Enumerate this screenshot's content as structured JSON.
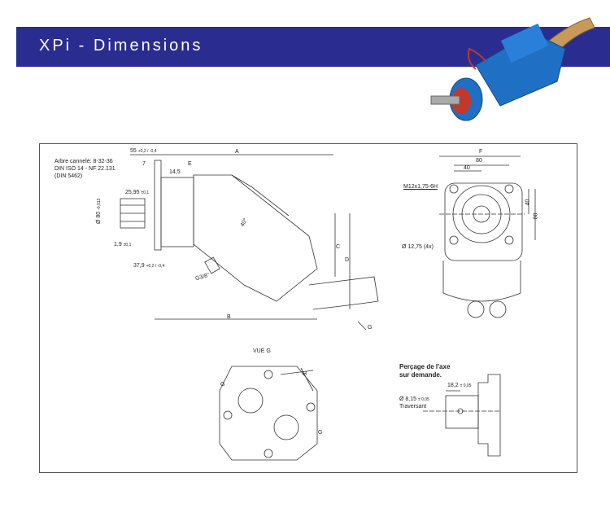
{
  "header": {
    "title": "XPi - Dimensions"
  },
  "colors": {
    "band": "#2a2d8f",
    "pump_blue": "#1f6fc4",
    "pipe_brass": "#c89a5a",
    "flange_red": "#c0392b"
  },
  "side_view": {
    "spline_note": [
      "Arbre cannelé: 8-32-36",
      "DIN ISO 14 - NF 22.131",
      "(DIN 5462)"
    ],
    "dims": {
      "d55": "55",
      "d55_tol": "+0,2 / -0,4",
      "d7": "7",
      "E": "E",
      "A": "A",
      "d14_5": "14,5",
      "d25_95": "25,95",
      "d25_95_tol": "±0,1",
      "d80": "Ø 80",
      "d80_tol": "-0,013",
      "d1_9": "1,9",
      "d1_9_tol": "±0,1",
      "d37_9": "37,9",
      "d37_9_tol": "+0,2 / -0,4",
      "angle": "40°",
      "port": "G3/8\"",
      "C": "C",
      "D": "D",
      "B": "B",
      "G_arrow": "G"
    }
  },
  "front_view": {
    "F": "F",
    "d80h": "80",
    "d40h": "40",
    "thread": "M12x1,75-6H",
    "d40v": "40",
    "d80v": "80",
    "holes": "Ø 12,75 (4x)"
  },
  "vue_g": {
    "title": "VUE G",
    "G1": "G",
    "G2": "G",
    "H": "H"
  },
  "detail": {
    "title_line1": "Perçage de l'axe",
    "title_line2": "sur demande.",
    "d18_2": "18,2",
    "d18_2_tol": "± 0,05",
    "d8_15": "Ø 8,15",
    "d8_15_tol": "± 0,05",
    "through": "Traversant"
  }
}
